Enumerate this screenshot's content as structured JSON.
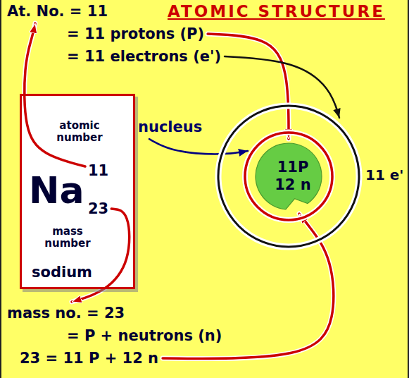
{
  "diagram": {
    "title": "ATOMIC STRUCTURE",
    "nodes": [
      {
        "text": [
          "atomic number",
          "11",
          "Na",
          "23",
          "mass number",
          "sodium"
        ]
      },
      {
        "text": [
          "11 e'"
        ]
      },
      {
        "text": [
          "11P",
          "12 n"
        ],
        "in": 1
      }
    ],
    "labels": [
      "At. No. = 11",
      "= 11 protons (P)",
      "= 11 electrons (e')",
      "nucleus",
      "mass no. = 23",
      "= P + neutrons (n)",
      "23 = 11 P + 12 n"
    ]
  }
}
